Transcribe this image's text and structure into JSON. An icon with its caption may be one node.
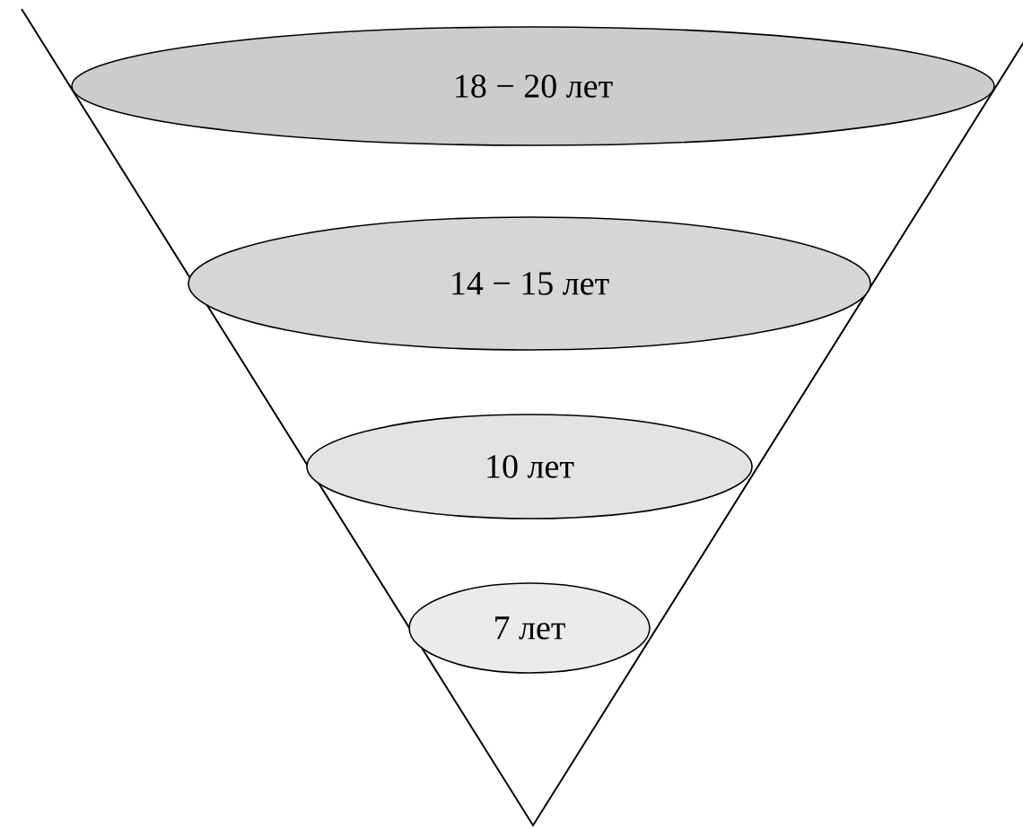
{
  "diagram": {
    "nodes": [
      {
        "text": [
          "18 − 20 лет"
        ]
      },
      {
        "text": [
          "14 − 15 лет"
        ]
      },
      {
        "text": [
          "10 лет"
        ]
      },
      {
        "text": [
          "7 лет"
        ]
      }
    ]
  }
}
